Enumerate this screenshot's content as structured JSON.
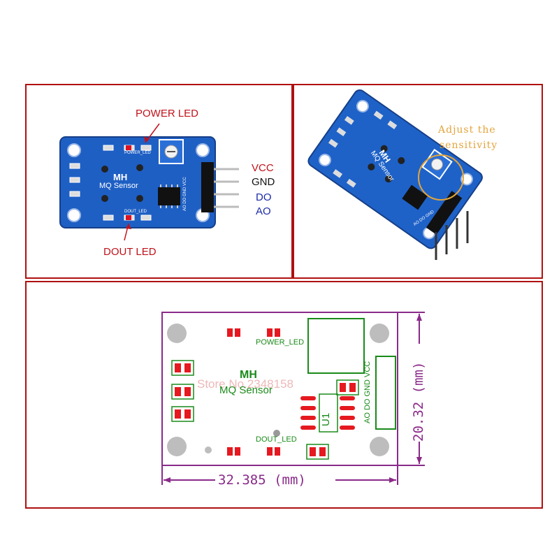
{
  "panel1": {
    "power_led_label": "POWER LED",
    "dout_led_label": "DOUT LED",
    "board_title": "MH",
    "board_subtitle": "MQ Sensor",
    "silk_power_led": "POWER_LED",
    "silk_dout_led": "DOUT_LED",
    "silk_pins": "AO DO GND VCC",
    "pins": [
      {
        "label": "VCC",
        "color": "#c0121b"
      },
      {
        "label": "GND",
        "color": "#111111"
      },
      {
        "label": "DO",
        "color": "#1a2aa8"
      },
      {
        "label": "AO",
        "color": "#1a2aa8"
      }
    ]
  },
  "panel2": {
    "annotation_line1": "Adjust the",
    "annotation_line2": "sensitivity",
    "board_title": "MH",
    "board_subtitle": "MQ Sensor",
    "silk_pins": "AO DO GND"
  },
  "panel3": {
    "board_title": "MH",
    "board_subtitle": "MQ Sensor",
    "power_led_label": "POWER_LED",
    "dout_led_label": "DOUT_LED",
    "pin_labels": "AO DO GND VCC",
    "chip_label": "U1",
    "width_dimension": "32.385 (mm)",
    "height_dimension": "20.32 (mm)",
    "watermark": "Store No.2348158"
  },
  "colors": {
    "frame": "#b01010",
    "pcb_blue": "#1e62c8",
    "silk_green": "#1a8a1a",
    "pad_red": "#e5191f",
    "dimension_purple": "#8a2a8a"
  }
}
